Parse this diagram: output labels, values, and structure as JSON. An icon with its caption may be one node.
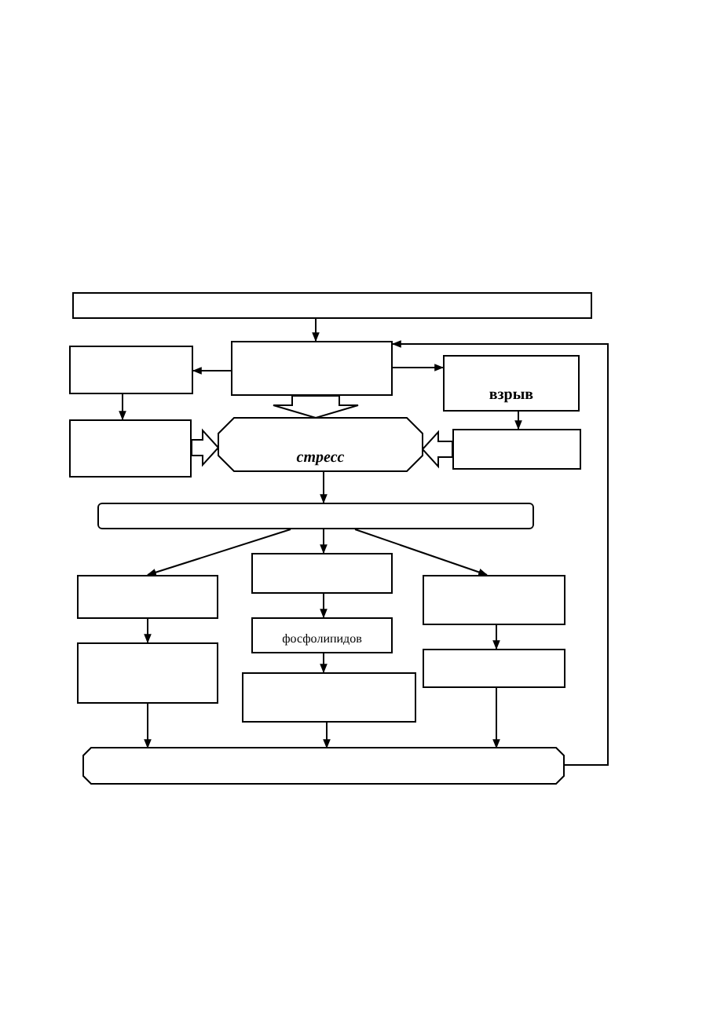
{
  "diagram": {
    "nodes": [
      {
        "text": [],
        "shape": "box"
      },
      {
        "text": [],
        "shape": "box"
      },
      {
        "text": [],
        "shape": "box"
      },
      {
        "text": [
          "взрыв"
        ]
      },
      {
        "text": [],
        "shape": "box"
      },
      {
        "text": [
          "стресс"
        ]
      },
      {
        "text": [],
        "shape": "box"
      },
      {
        "text": [],
        "shape": "box"
      },
      {
        "text": [],
        "shape": "box"
      },
      {
        "text": [],
        "shape": "box"
      },
      {
        "text": [],
        "shape": "box"
      },
      {
        "text": [],
        "shape": "box"
      },
      {
        "text": [
          "фосфолипидов"
        ]
      },
      {
        "text": [],
        "shape": "box"
      },
      {
        "text": [],
        "shape": "box"
      },
      {
        "text": [],
        "shape": "box"
      }
    ],
    "edges": [
      {
        "from": 0,
        "to": 1,
        "arrow": "to"
      },
      {
        "from": 1,
        "to": 2,
        "arrow": "to"
      },
      {
        "from": 1,
        "to": 3,
        "arrow": "to"
      },
      {
        "from": 2,
        "to": 4,
        "arrow": "to"
      },
      {
        "from": 3,
        "to": 6,
        "arrow": "to"
      },
      {
        "from": 1,
        "to": 5,
        "arrow": "to",
        "style": "thick"
      },
      {
        "from": 4,
        "to": 5,
        "arrow": "to",
        "style": "thick"
      },
      {
        "from": 6,
        "to": 5,
        "arrow": "to",
        "style": "thick"
      },
      {
        "from": 5,
        "to": 7,
        "arrow": "to"
      },
      {
        "from": 7,
        "to": 8,
        "arrow": "to"
      },
      {
        "from": 7,
        "to": 9,
        "arrow": "to"
      },
      {
        "from": 7,
        "to": 10,
        "arrow": "to"
      },
      {
        "from": 8,
        "to": 11,
        "arrow": "to"
      },
      {
        "from": 9,
        "to": 12,
        "arrow": "to"
      },
      {
        "from": 12,
        "to": 14,
        "arrow": "to"
      },
      {
        "from": 10,
        "to": 13,
        "arrow": "to"
      },
      {
        "from": 11,
        "to": 15,
        "arrow": "to"
      },
      {
        "from": 14,
        "to": 15,
        "arrow": "to"
      },
      {
        "from": 13,
        "to": 15,
        "arrow": "to"
      },
      {
        "from": 15,
        "to": 1,
        "arrow": "to"
      }
    ]
  }
}
